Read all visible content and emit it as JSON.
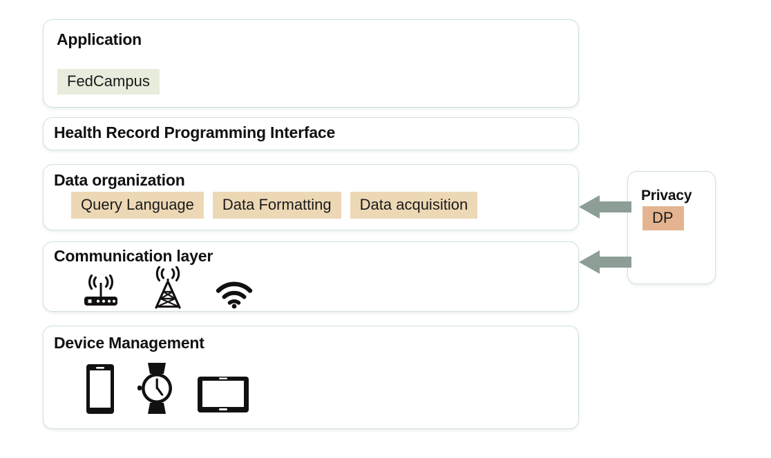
{
  "diagram": {
    "title": "Layered system architecture",
    "colors": {
      "card_border": "#cfe0d6",
      "card_background": "#ffffff",
      "application_chip": "#e7ecdc",
      "data_chip": "#edd8b6",
      "privacy_chip": "#e3b48f",
      "arrow": "#8c9e96",
      "text": "#111111"
    },
    "layers": [
      {
        "id": "application",
        "title": "Application",
        "chips": [
          {
            "label": "FedCampus",
            "color": "#e7ecdc"
          }
        ]
      },
      {
        "id": "health-record-programming-interface",
        "title": "Health Record Programming Interface",
        "chips": []
      },
      {
        "id": "data-organization",
        "title": "Data organization",
        "chips": [
          {
            "label": "Query Language",
            "color": "#edd8b6"
          },
          {
            "label": "Data Formatting",
            "color": "#edd8b6"
          },
          {
            "label": "Data acquisition",
            "color": "#edd8b6"
          }
        ]
      },
      {
        "id": "communication-layer",
        "title": "Communication layer",
        "icons": [
          {
            "name": "router-icon",
            "label": "Router"
          },
          {
            "name": "cell-tower-icon",
            "label": "Cell tower"
          },
          {
            "name": "wifi-icon",
            "label": "Wi-Fi"
          }
        ]
      },
      {
        "id": "device-management",
        "title": "Device Management",
        "icons": [
          {
            "name": "smartphone-icon",
            "label": "Smartphone"
          },
          {
            "name": "smartwatch-icon",
            "label": "Smartwatch"
          },
          {
            "name": "tablet-icon",
            "label": "Tablet"
          }
        ]
      }
    ],
    "side_panel": {
      "id": "privacy",
      "title": "Privacy",
      "chips": [
        {
          "label": "DP",
          "color": "#e3b48f"
        }
      ]
    },
    "arrows": [
      {
        "id": "privacy-to-data-organization",
        "from": "privacy",
        "to": "data-organization",
        "direction": "left"
      },
      {
        "id": "privacy-to-communication-layer",
        "from": "privacy",
        "to": "communication-layer",
        "direction": "left"
      }
    ]
  }
}
